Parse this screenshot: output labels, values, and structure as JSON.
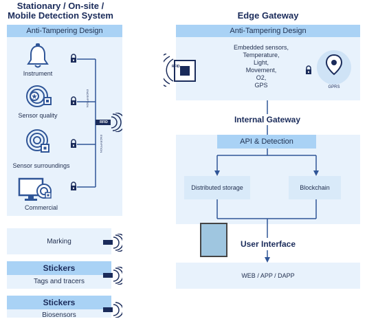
{
  "left": {
    "title_line1": "Stationary / On-site /",
    "title_line2": "Mobile Detection System",
    "anti_tampering": "Anti-Tampering Design",
    "items": {
      "instrument": "Instrument",
      "sensor_quality": "Sensor quality",
      "sensor_surroundings": "Sensor surroundings",
      "commercial": "Commercial"
    },
    "encryption_top": "ENCRYPTION",
    "encryption_bottom": "ENCRYPTION",
    "rfid": "RFID",
    "marking": "Marking",
    "stickers_1": "Stickers",
    "tags_and_tracers": "Tags and tracers",
    "stickers_2": "Stickers",
    "biosensors": "Biosensors"
  },
  "right": {
    "title": "Edge Gateway",
    "anti_tampering": "Anti-Tampering Design",
    "sensors": [
      "Embedded sensors,",
      "Temperature,",
      "Light,",
      "Movement,",
      "O2,",
      "GPS"
    ],
    "gprs": "GPRS",
    "rfid": "RFID",
    "internal_gateway": "Internal Gateway",
    "api_detection": "API & Detection",
    "distributed_storage": "Distributed storage",
    "blockchain": "Blockchain",
    "user_interface": "User Interface",
    "web_app_dapp": "WEB / APP / DAPP"
  },
  "colors": {
    "panel": "#e8f2fc",
    "header": "#a9d2f5",
    "navy": "#1a2b5a",
    "line": "#2f5597"
  }
}
